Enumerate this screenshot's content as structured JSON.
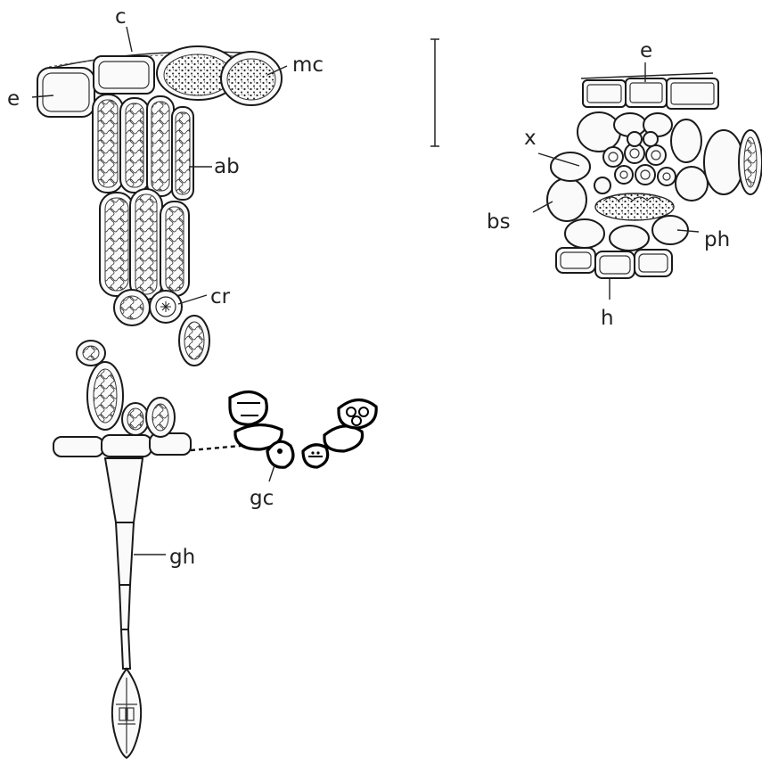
{
  "labels": {
    "c": "c",
    "mc": "mc",
    "e_left": "e",
    "ab": "ab",
    "cr": "cr",
    "e_right": "e",
    "x": "x",
    "bs": "bs",
    "ph": "ph",
    "h": "h",
    "gc": "gc",
    "gh": "gh"
  }
}
